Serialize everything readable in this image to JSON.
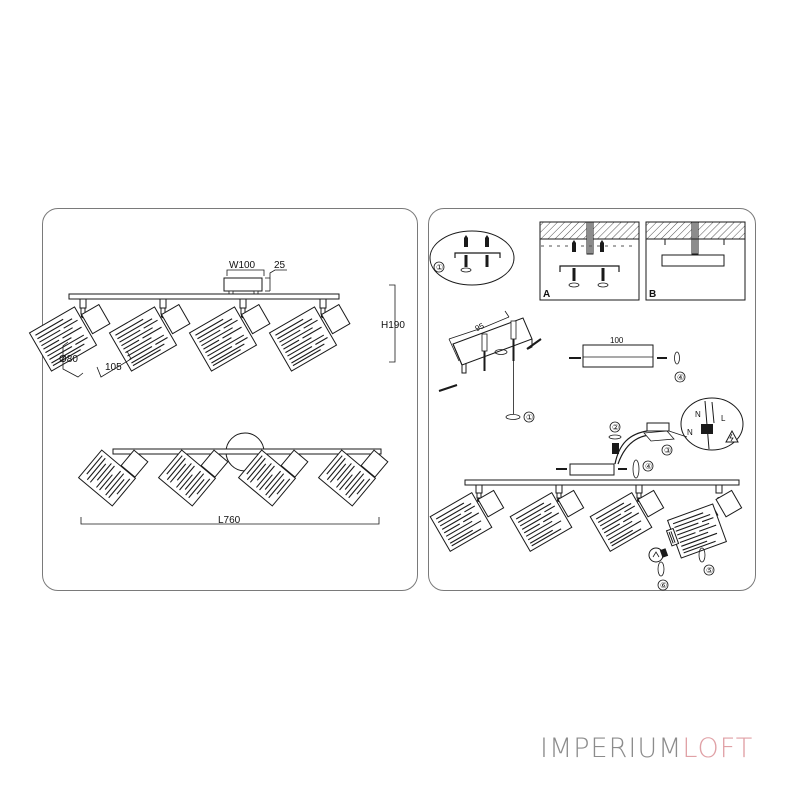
{
  "document": {
    "type": "installation-diagram",
    "subject": "4-light ceiling spotlight bar"
  },
  "left_panel": {
    "front_view": {
      "dimensions": {
        "canopy_width": "W100",
        "canopy_height": "25",
        "total_height": "H190",
        "shade_diameter": "Ø80",
        "shade_length": "105"
      },
      "spotlight_count": 4
    },
    "top_view": {
      "dimensions": {
        "length": "L760"
      },
      "spotlight_count": 4
    }
  },
  "right_panel": {
    "step1_detail": {
      "step_marker": "①"
    },
    "option_a": {
      "label": "A"
    },
    "option_b": {
      "label": "B"
    },
    "bracket": {
      "dimension": "95",
      "step_marker": "①"
    },
    "canopy": {
      "dimension": "100",
      "step_marker": "④"
    },
    "wiring": {
      "step_markers": [
        "②",
        "③",
        "④"
      ],
      "terminal_labels": {
        "neutral_top": "N",
        "live": "L",
        "neutral_bottom": "N"
      },
      "warning_icon": "electric-hazard-triangle"
    },
    "lamp_assembly": {
      "step_markers": [
        "⑤",
        "⑥"
      ],
      "spotlight_count": 4
    }
  },
  "brand": {
    "part1": "IMPERIUM",
    "part2": "LOFT",
    "colors": {
      "part1": "#8c8c8c",
      "part2": "#e0a1a6"
    }
  },
  "colors": {
    "line": "#1a1a1a",
    "frame": "#7a7a7a",
    "hatch": "#555555"
  }
}
